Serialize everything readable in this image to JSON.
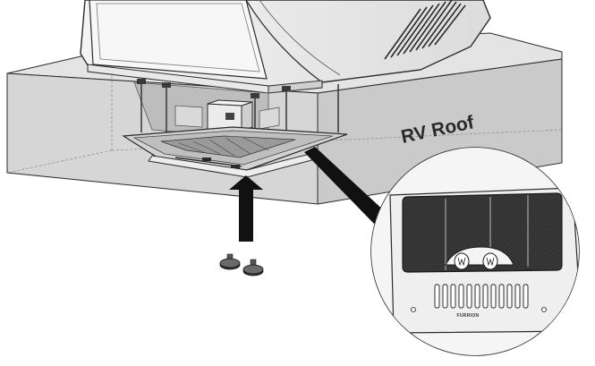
{
  "labels": {
    "roof": "RV Roof",
    "brand": "FURRION"
  },
  "icons": {
    "arrow": "up-arrow-icon",
    "screws": "thumb-screw-icon",
    "callout": "magnifier-callout"
  },
  "colors": {
    "roof_fill": "#d9d9d9",
    "roof_top": "#e6e6e6",
    "roof_side": "#c8c8c8",
    "outline": "#2b2b2b",
    "arrow": "#111111",
    "filter_mesh": "#3a3a3a"
  }
}
